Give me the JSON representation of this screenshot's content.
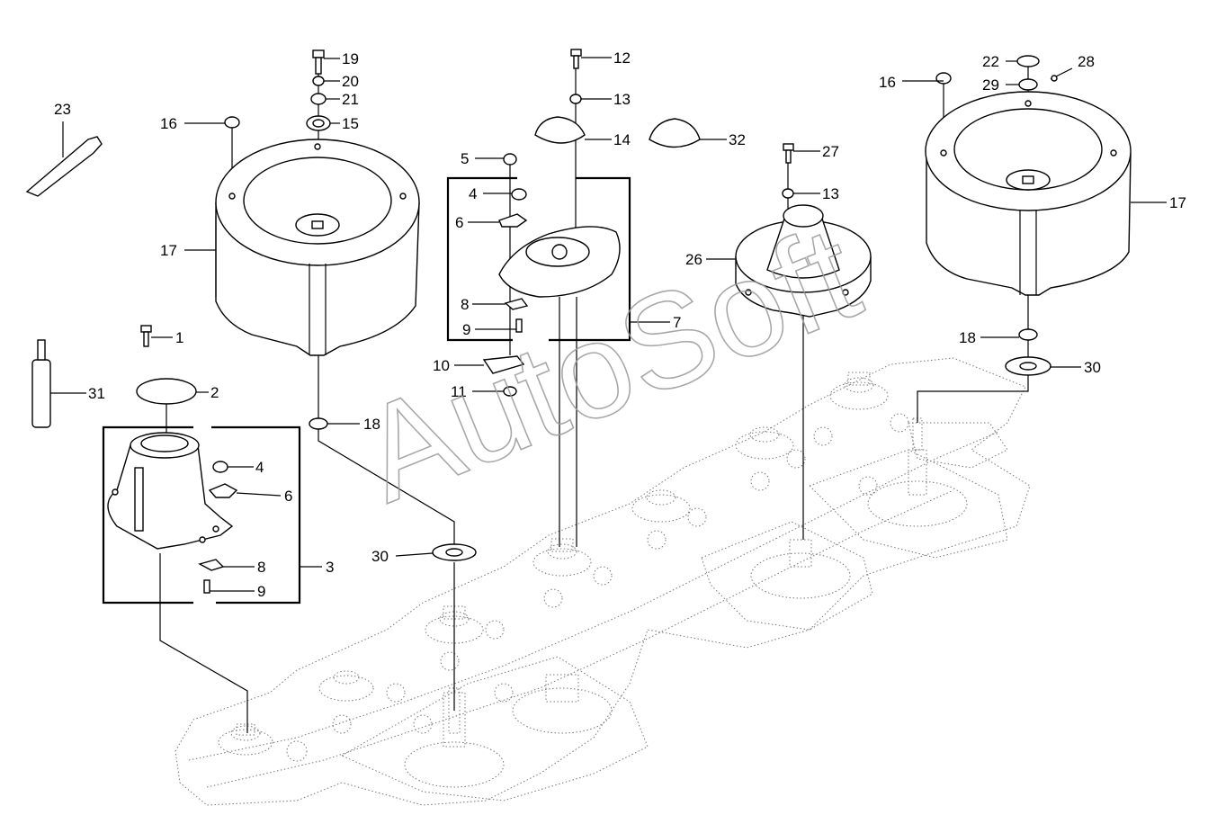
{
  "watermark": "AutoSoft",
  "callouts": [
    {
      "id": "c19",
      "text": "19"
    },
    {
      "id": "c20",
      "text": "20"
    },
    {
      "id": "c21",
      "text": "21"
    },
    {
      "id": "c15",
      "text": "15"
    },
    {
      "id": "c16a",
      "text": "16"
    },
    {
      "id": "c23",
      "text": "23"
    },
    {
      "id": "c17a",
      "text": "17"
    },
    {
      "id": "c1",
      "text": "1"
    },
    {
      "id": "c2",
      "text": "2"
    },
    {
      "id": "c31",
      "text": "31"
    },
    {
      "id": "c18a",
      "text": "18"
    },
    {
      "id": "c4a",
      "text": "4"
    },
    {
      "id": "c6a",
      "text": "6"
    },
    {
      "id": "c3",
      "text": "3"
    },
    {
      "id": "c8a",
      "text": "8"
    },
    {
      "id": "c9a",
      "text": "9"
    },
    {
      "id": "c30a",
      "text": "30"
    },
    {
      "id": "c12",
      "text": "12"
    },
    {
      "id": "c13a",
      "text": "13"
    },
    {
      "id": "c14",
      "text": "14"
    },
    {
      "id": "c32",
      "text": "32"
    },
    {
      "id": "c5",
      "text": "5"
    },
    {
      "id": "c4b",
      "text": "4"
    },
    {
      "id": "c6b",
      "text": "6"
    },
    {
      "id": "c8b",
      "text": "8"
    },
    {
      "id": "c9b",
      "text": "9"
    },
    {
      "id": "c7",
      "text": "7"
    },
    {
      "id": "c10",
      "text": "10"
    },
    {
      "id": "c11",
      "text": "11"
    },
    {
      "id": "c27",
      "text": "27"
    },
    {
      "id": "c13b",
      "text": "13"
    },
    {
      "id": "c26",
      "text": "26"
    },
    {
      "id": "c22",
      "text": "22"
    },
    {
      "id": "c28",
      "text": "28"
    },
    {
      "id": "c29",
      "text": "29"
    },
    {
      "id": "c16b",
      "text": "16"
    },
    {
      "id": "c17b",
      "text": "17"
    },
    {
      "id": "c18b",
      "text": "18"
    },
    {
      "id": "c30b",
      "text": "30"
    }
  ]
}
